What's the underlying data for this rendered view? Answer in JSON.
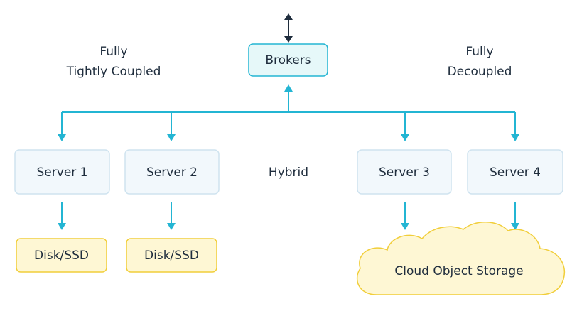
{
  "labels": {
    "left_line1": "Fully",
    "left_line2": "Tightly Coupled",
    "right_line1": "Fully",
    "right_line2": "Decoupled",
    "middle": "Hybrid"
  },
  "brokers": {
    "label": "Brokers"
  },
  "servers": [
    {
      "label": "Server 1"
    },
    {
      "label": "Server 2"
    },
    {
      "label": "Server 3"
    },
    {
      "label": "Server 4"
    }
  ],
  "storage": {
    "disk1": "Disk/SSD",
    "disk2": "Disk/SSD",
    "cloud": "Cloud Object Storage"
  },
  "colors": {
    "arrow": "#23b5d3",
    "server_fill": "#f2f8fc",
    "server_stroke": "#cfe3ef",
    "broker_fill": "#e6f8f9",
    "broker_stroke": "#23b5d3",
    "disk_fill": "#fef7d4",
    "disk_stroke": "#f1ce3a",
    "cloud_fill": "#fef7d4",
    "cloud_stroke": "#f1ce3a",
    "dark_arrow": "#1f2d3d"
  }
}
